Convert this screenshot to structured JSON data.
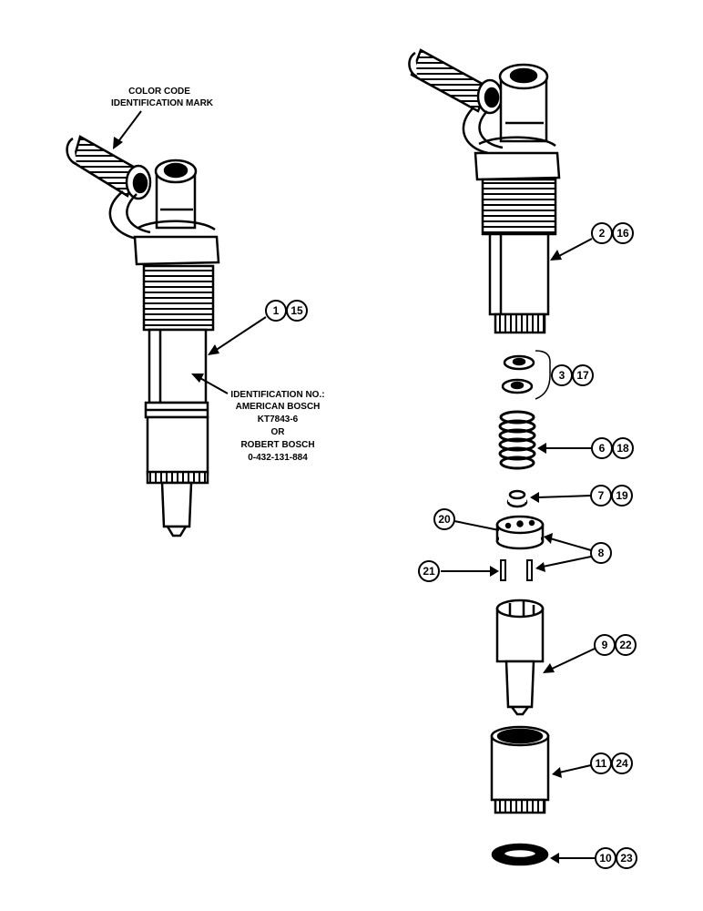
{
  "callouts": {
    "color_code_line1": "COLOR CODE",
    "color_code_line2": "IDENTIFICATION MARK",
    "ident_line1": "IDENTIFICATION NO.:",
    "ident_line2": "AMERICAN BOSCH",
    "ident_line3": "KT7843-6",
    "ident_line4": "OR",
    "ident_line5": "ROBERT BOSCH",
    "ident_line6": "0-432-131-884"
  },
  "labels": {
    "l1": "1",
    "l15": "15",
    "l2": "2",
    "l16": "16",
    "l3": "3",
    "l17": "17",
    "l6": "6",
    "l18": "18",
    "l7": "7",
    "l19": "19",
    "l20": "20",
    "l8": "8",
    "l21": "21",
    "l9": "9",
    "l22": "22",
    "l11": "11",
    "l24": "24",
    "l10": "10",
    "l23": "23"
  }
}
